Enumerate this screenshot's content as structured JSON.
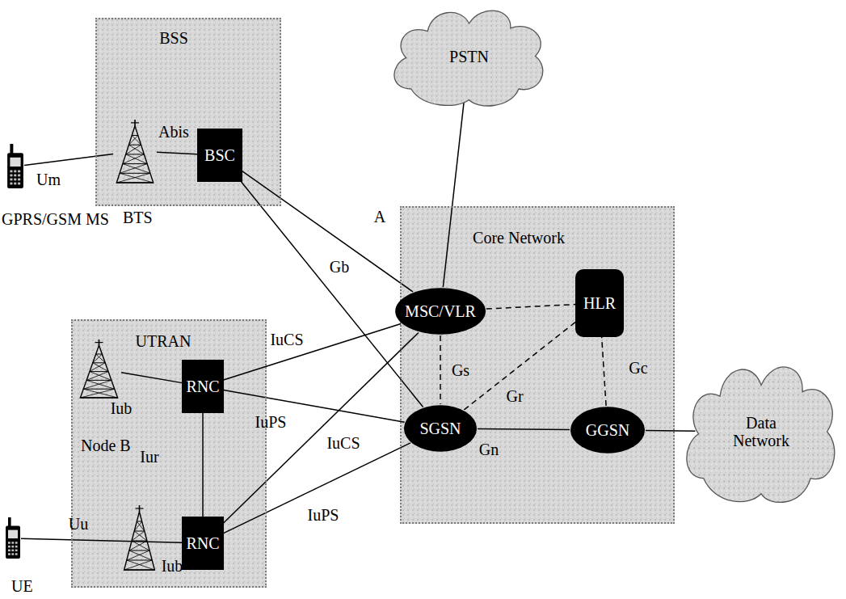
{
  "diagram": {
    "nodes": [
      {
        "text": [
          "BSS"
        ]
      },
      {
        "text": [
          "GPRS/GSM MS"
        ]
      },
      {
        "text": [
          "BTS"
        ],
        "in": 0
      },
      {
        "text": [
          "BSC"
        ],
        "in": 0
      },
      {
        "text": [
          "PSTN"
        ]
      },
      {
        "text": [
          "Core Network"
        ]
      },
      {
        "text": [
          "MSC/VLR"
        ],
        "in": 5
      },
      {
        "text": [
          "HLR"
        ],
        "in": 5
      },
      {
        "text": [
          "SGSN"
        ],
        "in": 5
      },
      {
        "text": [
          "GGSN"
        ],
        "in": 5
      },
      {
        "text": [
          "Data Network"
        ]
      },
      {
        "text": [
          "UTRAN"
        ]
      },
      {
        "text": [
          "Node B"
        ],
        "in": 11
      },
      {
        "text": [
          "RNC"
        ],
        "in": 11
      },
      {
        "text": [
          "RNC"
        ],
        "in": 11
      },
      {
        "text": [
          "UE"
        ]
      }
    ],
    "edges": [
      {
        "from": 1,
        "to": 2,
        "arrow": "none",
        "label": "Um"
      },
      {
        "from": 2,
        "to": 3,
        "arrow": "none",
        "label": "Abis"
      },
      {
        "from": 3,
        "to": 6,
        "arrow": "none",
        "label": "A"
      },
      {
        "from": 3,
        "to": 8,
        "arrow": "none",
        "label": "Gb"
      },
      {
        "from": 4,
        "to": 6,
        "arrow": "none"
      },
      {
        "from": 6,
        "to": 7,
        "arrow": "none"
      },
      {
        "from": 6,
        "to": 8,
        "arrow": "none",
        "label": "Gs"
      },
      {
        "from": 8,
        "to": 7,
        "arrow": "none",
        "label": "Gr"
      },
      {
        "from": 9,
        "to": 7,
        "arrow": "none",
        "label": "Gc"
      },
      {
        "from": 8,
        "to": 9,
        "arrow": "none",
        "label": "Gn"
      },
      {
        "from": 9,
        "to": 10,
        "arrow": "none"
      },
      {
        "from": 13,
        "to": 6,
        "arrow": "none",
        "label": "IuCS"
      },
      {
        "from": 13,
        "to": 8,
        "arrow": "none",
        "label": "IuPS"
      },
      {
        "from": 14,
        "to": 6,
        "arrow": "none",
        "label": "IuCS"
      },
      {
        "from": 14,
        "to": 8,
        "arrow": "none",
        "label": "IuPS"
      },
      {
        "from": 13,
        "to": 14,
        "arrow": "none",
        "label": "Iur"
      },
      {
        "from": 12,
        "to": 13,
        "arrow": "none",
        "label": "Iub"
      },
      {
        "from": 15,
        "to": 14,
        "arrow": "none"
      }
    ],
    "labels": [
      "Uu",
      "Iub"
    ]
  }
}
